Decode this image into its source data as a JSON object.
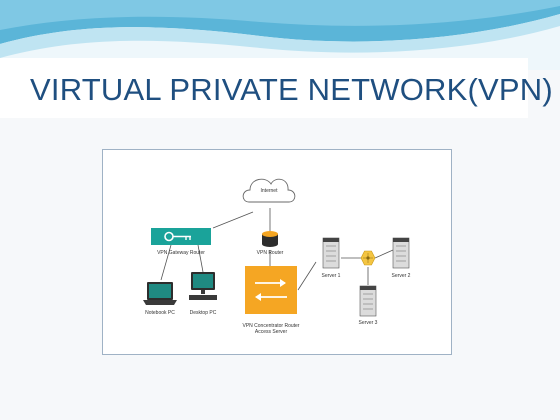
{
  "slide": {
    "title": "VIRTUAL PRIVATE NETWORK(VPN)"
  },
  "diagram": {
    "internet_label": "Internet",
    "vpn_router_label": "VPN Router",
    "vpn_gateway_label": "VPN Gateway Router",
    "notebook_label": "Notebook PC",
    "desktop_label": "Desktop PC",
    "concentrator_label_1": "VPN Concentrator Router",
    "concentrator_label_2": "Access Server",
    "server1_label": "Server 1",
    "server2_label": "Server 2",
    "server3_label": "Server 3"
  },
  "colors": {
    "title": "#1f4f80",
    "wave_dark": "#5bb5d8",
    "wave_light": "#bfe4f2",
    "gateway_teal": "#1aa39a",
    "concentrator_orange": "#f5a623",
    "hub_yellow": "#f4c542",
    "link_line": "#555555"
  },
  "icons": {
    "gateway_icon": "key-icon",
    "concentrator_icon": "bidirectional-arrows-icon",
    "hub_icon": "hexagon-switch-icon"
  }
}
